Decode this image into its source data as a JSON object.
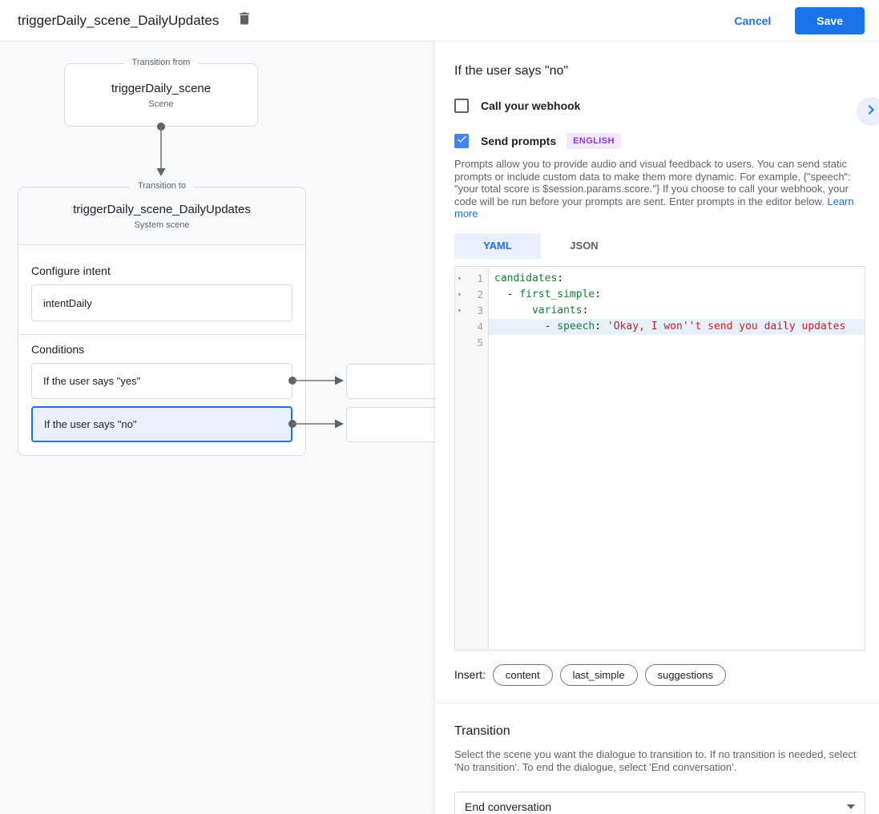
{
  "header": {
    "title": "triggerDaily_scene_DailyUpdates",
    "cancel_label": "Cancel",
    "save_label": "Save"
  },
  "diagram": {
    "from_box": {
      "legend": "Transition from",
      "title": "triggerDaily_scene",
      "subtitle": "Scene"
    },
    "to_box": {
      "legend": "Transition to",
      "title": "triggerDaily_scene_DailyUpdates",
      "subtitle": "System scene",
      "configure_intent_label": "Configure intent",
      "intent_value": "intentDaily",
      "conditions_label": "Conditions",
      "conditions": [
        {
          "label": "If the user says \"yes\"",
          "selected": false
        },
        {
          "label": "If the user says \"no\"",
          "selected": true
        }
      ]
    }
  },
  "panel": {
    "heading": "If the user says \"no\"",
    "webhook_checkbox": {
      "label": "Call your webhook",
      "checked": false
    },
    "prompts_checkbox": {
      "label": "Send prompts",
      "checked": true,
      "badge": "ENGLISH"
    },
    "description": "Prompts allow you to provide audio and visual feedback to users. You can send static prompts or include custom data to make them more dynamic. For example, {\"speech\": \"your total score is $session.params.score.\"} If you choose to call your webhook, your code will be run before your prompts are sent. Enter prompts in the editor below. ",
    "learn_more_label": "Learn more",
    "tabs": [
      {
        "label": "YAML",
        "active": true
      },
      {
        "label": "JSON",
        "active": false
      }
    ],
    "editor": {
      "lines": [
        {
          "num": 1,
          "fold": true,
          "active": false,
          "segments": [
            {
              "text": "candidates",
              "type": "key"
            },
            {
              "text": ":",
              "type": "plain"
            }
          ]
        },
        {
          "num": 2,
          "fold": true,
          "active": false,
          "segments": [
            {
              "text": "  - ",
              "type": "plain"
            },
            {
              "text": "first_simple",
              "type": "key"
            },
            {
              "text": ":",
              "type": "plain"
            }
          ]
        },
        {
          "num": 3,
          "fold": true,
          "active": false,
          "segments": [
            {
              "text": "      ",
              "type": "plain"
            },
            {
              "text": "variants",
              "type": "key"
            },
            {
              "text": ":",
              "type": "plain"
            }
          ]
        },
        {
          "num": 4,
          "fold": false,
          "active": true,
          "segments": [
            {
              "text": "        - ",
              "type": "plain"
            },
            {
              "text": "speech",
              "type": "key"
            },
            {
              "text": ": ",
              "type": "plain"
            },
            {
              "text": "'Okay, I won''t send you daily updates",
              "type": "string"
            }
          ]
        },
        {
          "num": 5,
          "fold": false,
          "active": false,
          "segments": []
        }
      ]
    },
    "insert": {
      "label": "Insert:",
      "chips": [
        "content",
        "last_simple",
        "suggestions"
      ]
    },
    "transition": {
      "heading": "Transition",
      "description": "Select the scene you want the dialogue to transition to. If no transition is needed, select 'No transition'. To end the dialogue, select 'End conversation'.",
      "dropdown_value": "End conversation"
    }
  },
  "colors": {
    "accent_blue": "#1a73e8",
    "selected_bg": "#e8f0fe",
    "badge_bg": "#f3e8fd",
    "badge_text": "#9334e6",
    "code_key": "#188038",
    "code_string": "#c5221f",
    "canvas_bg": "#f8f9fa"
  }
}
